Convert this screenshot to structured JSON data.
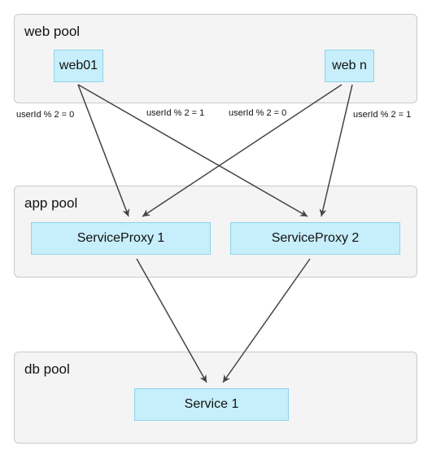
{
  "pools": {
    "web": {
      "title": "web pool"
    },
    "app": {
      "title": "app pool"
    },
    "db": {
      "title": "db pool"
    }
  },
  "nodes": {
    "web01": "web01",
    "webn": "web n",
    "proxy1": "ServiceProxy 1",
    "proxy2": "ServiceProxy 2",
    "service1": "Service 1"
  },
  "edge_labels": {
    "web01_to_proxy1": "userId % 2 = 0",
    "web01_to_proxy2": "userId % 2 = 1",
    "webn_to_proxy1": "userId % 2 = 0",
    "webn_to_proxy2": "userId % 2 = 1"
  },
  "colors": {
    "node_fill": "#c7eefb",
    "node_border": "#8fd3ec",
    "pool_fill": "#f4f4f4",
    "edge": "#444444"
  }
}
